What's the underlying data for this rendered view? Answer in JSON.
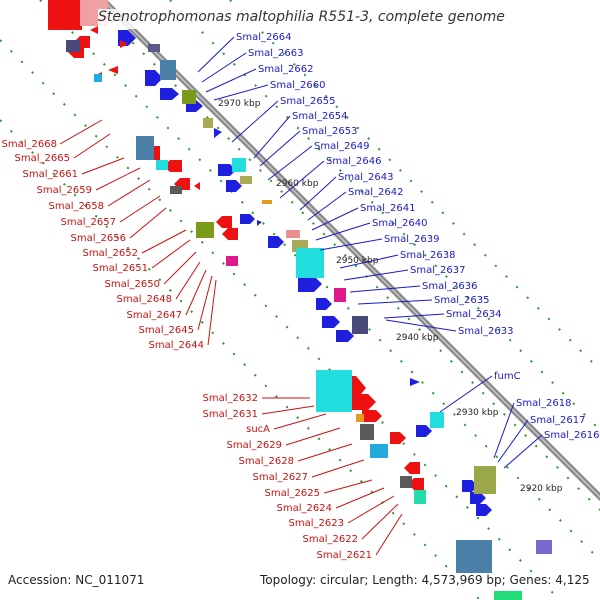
{
  "title": "Stenotrophomonas maltophilia R551-3, complete genome",
  "footer": {
    "accession": "Accession: NC_011071",
    "topology": "Topology: circular; Length: 4,573,969 bp; Genes: 4,125"
  },
  "colors": {
    "backbone": "#8a8a8a",
    "forward_gene": "#1f1fe0",
    "reverse_gene": "#ee1111",
    "forward_label": "#1a1acc",
    "reverse_label": "#cc1111",
    "tick_dot": "#2a9a2a"
  },
  "ticks": [
    "2970 kbp",
    "2960 kbp",
    "2950 kbp",
    "2940 kbp",
    "2930 kbp",
    "2920 kbp"
  ],
  "right_labels": [
    "Smal_2664",
    "Smal_2663",
    "Smal_2662",
    "Smal_2660",
    "Smal_2655",
    "Smal_2654",
    "Smal_2653",
    "Smal_2649",
    "Smal_2646",
    "Smal_2643",
    "Smal_2642",
    "Smal_2641",
    "Smal_2640",
    "Smal_2639",
    "Smal_2638",
    "Smal_2637",
    "Smal_2636",
    "Smal_2635",
    "Smal_2634",
    "Smal_2633",
    "fumC",
    "Smal_2618",
    "Smal_2617",
    "Smal_2616"
  ],
  "left_labels": [
    "Smal_2668",
    "Smal_2665",
    "Smal_2661",
    "Smal_2659",
    "Smal_2658",
    "Smal_2657",
    "Smal_2656",
    "Smal_2652",
    "Smal_2651",
    "Smal_2650",
    "Smal_2648",
    "Smal_2647",
    "Smal_2645",
    "Smal_2644",
    "Smal_2632",
    "Smal_2631",
    "sucA",
    "Smal_2629",
    "Smal_2628",
    "Smal_2627",
    "Smal_2625",
    "Smal_2624",
    "Smal_2623",
    "Smal_2622",
    "Smal_2621"
  ]
}
